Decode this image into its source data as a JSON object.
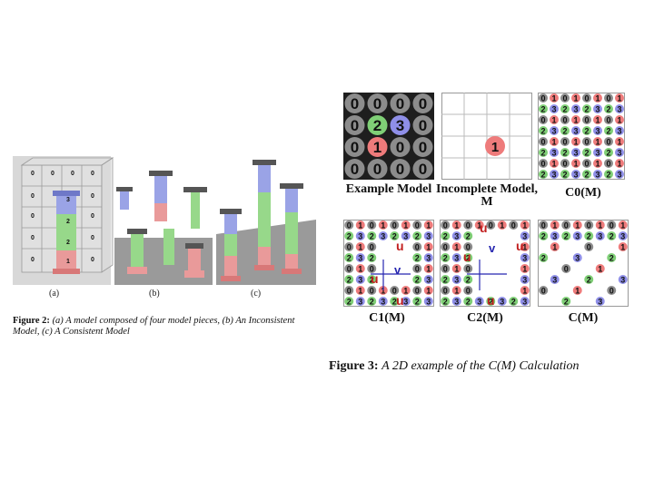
{
  "figure2": {
    "sublabels": [
      "(a)",
      "(b)",
      "(c)"
    ],
    "caption_bold": "Figure 2:",
    "caption_text": "(a) A model composed of four model pieces, (b) An Inconsistent Model, (c) A Consistent Model"
  },
  "figure3": {
    "caption_bold": "Figure 3:",
    "caption_text": "A 2D example of the C(M) Calculation",
    "panel_labels": {
      "example": "Example Model",
      "incomplete": "Incomplete Model, M",
      "c0": "C0(M)",
      "c1": "C1(M)",
      "c2": "C2(M)",
      "c": "C(M)"
    },
    "example_grid": [
      [
        "0",
        "0",
        "0",
        "0"
      ],
      [
        "0",
        "2",
        "3",
        "0"
      ],
      [
        "0",
        "1",
        "0",
        "0"
      ],
      [
        "0",
        "0",
        "0",
        "0"
      ]
    ],
    "incomplete_value": "1",
    "arrow_labels": {
      "u": "u",
      "v": "v"
    },
    "colors": {
      "gray": "#8c8c8c",
      "green": "#7fcf76",
      "blue": "#8f8fe8",
      "red": "#ee7b7b",
      "label_red": "#c22020",
      "label_blue": "#2626b0"
    }
  }
}
